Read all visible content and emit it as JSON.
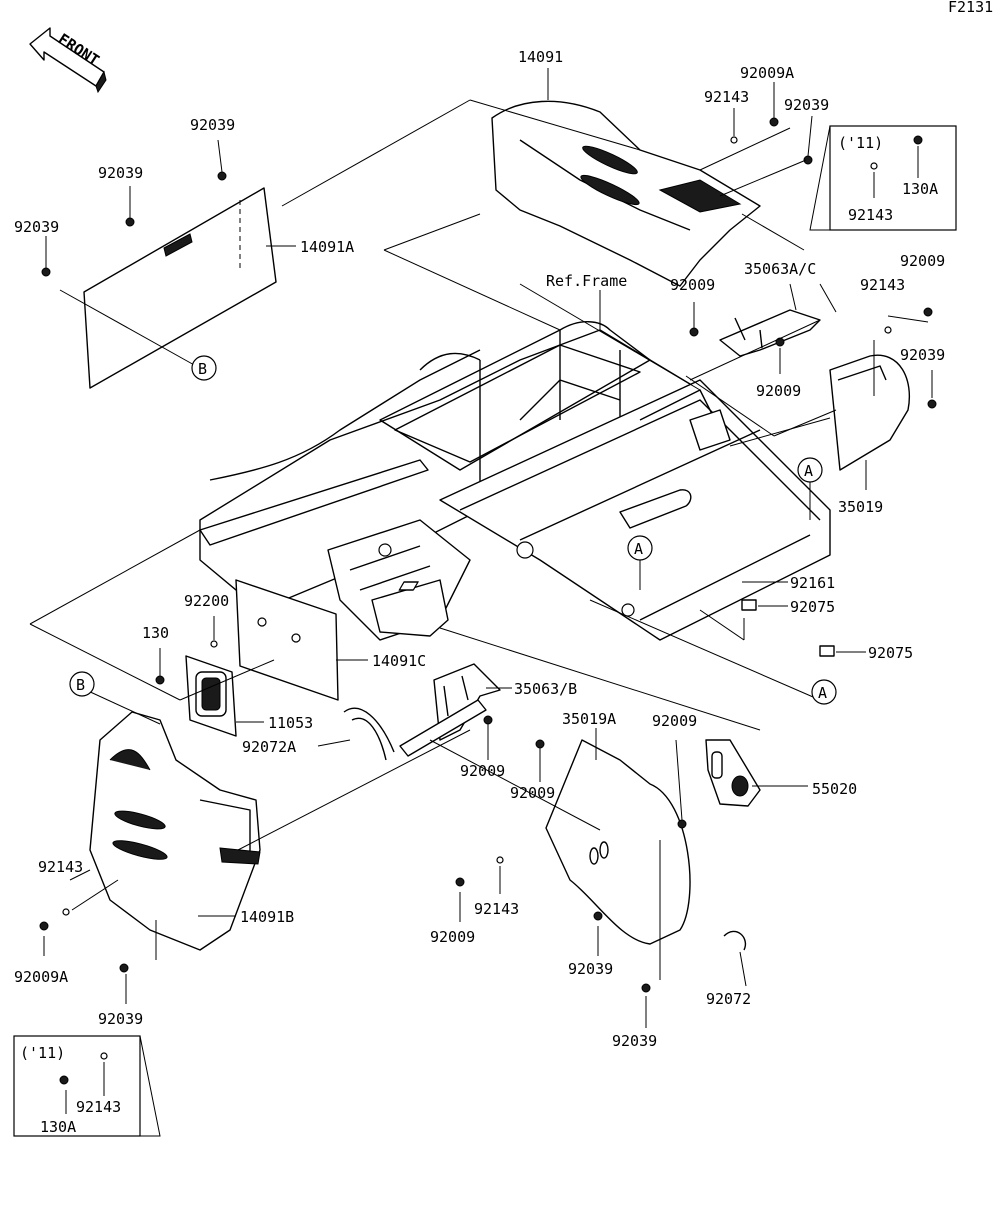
{
  "figure_code": "F2131",
  "front_label": "FRONT",
  "ref_frame_label": "Ref.Frame",
  "labels": {
    "p14091": "14091",
    "p92009A_top": "92009A",
    "p92143_top": "92143",
    "p92039_top_right": "92039",
    "inset_11_top": "('11)",
    "p130A_top": "130A",
    "p92143_inset_top": "92143",
    "p92039_a": "92039",
    "p92039_b": "92039",
    "p92039_c": "92039",
    "p14091A": "14091A",
    "callout_B_top": "B",
    "p35063AC": "35063A/C",
    "p92009_r1": "92009",
    "p92009_r2": "92009",
    "p92143_r": "92143",
    "p92009_r3": "92009",
    "p92039_r": "92039",
    "callout_A_right": "A",
    "p35019": "35019",
    "callout_A_mid": "A",
    "p92161": "92161",
    "p92075_a": "92075",
    "p92075_b": "92075",
    "callout_A_low": "A",
    "p92200": "92200",
    "p130": "130",
    "p14091C": "14091C",
    "callout_B_low": "B",
    "p11053": "11053",
    "p92072A": "92072A",
    "p35063B": "35063/B",
    "p92009_m1": "92009",
    "p92009_m2": "92009",
    "p35019A": "35019A",
    "p92009_m3": "92009",
    "p55020": "55020",
    "p92143_left": "92143",
    "p92009A_left": "92009A",
    "p14091B": "14091B",
    "p92039_left": "92039",
    "p92143_mid": "92143",
    "p92009_low": "92009",
    "p92039_low1": "92039",
    "p92072": "92072",
    "p92039_low2": "92039",
    "inset_11_bottom": "('11)",
    "p92143_inset_bottom": "92143",
    "p130A_bottom": "130A"
  }
}
